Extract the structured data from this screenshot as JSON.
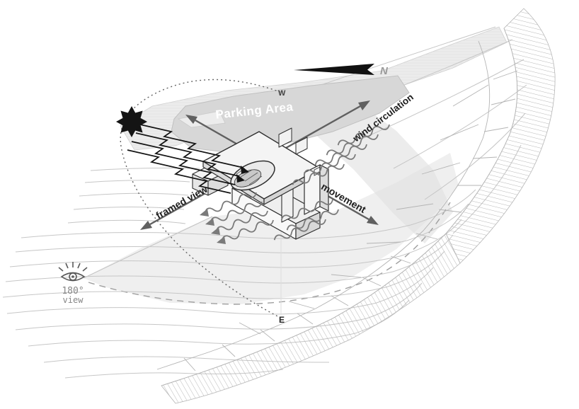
{
  "diagram": {
    "type": "architectural site analysis diagram",
    "labels": {
      "parking": "Parking Area",
      "wind_circulation": "wind circulation",
      "movement": "movement",
      "framed_view": "framed view",
      "view_angle": "180°",
      "view_word": "view"
    },
    "compass": {
      "north": "N",
      "west": "W",
      "east": "E"
    },
    "icons": [
      "sun-icon",
      "eye-icon",
      "north-arrow-icon"
    ],
    "colors": {
      "ink": "#141414",
      "building_outline": "#2f2f2f",
      "axis_arrow": "#606060",
      "wind_wave": "#7a7a7a",
      "contour_line": "#c6c6c6",
      "hatch_line": "#b8b8b8",
      "parking_fill": "#d7d7d7",
      "shade_fill": "#e2e2e2",
      "label_on_gray": "#ffffff",
      "compass_text": "#9a9a9a"
    }
  }
}
